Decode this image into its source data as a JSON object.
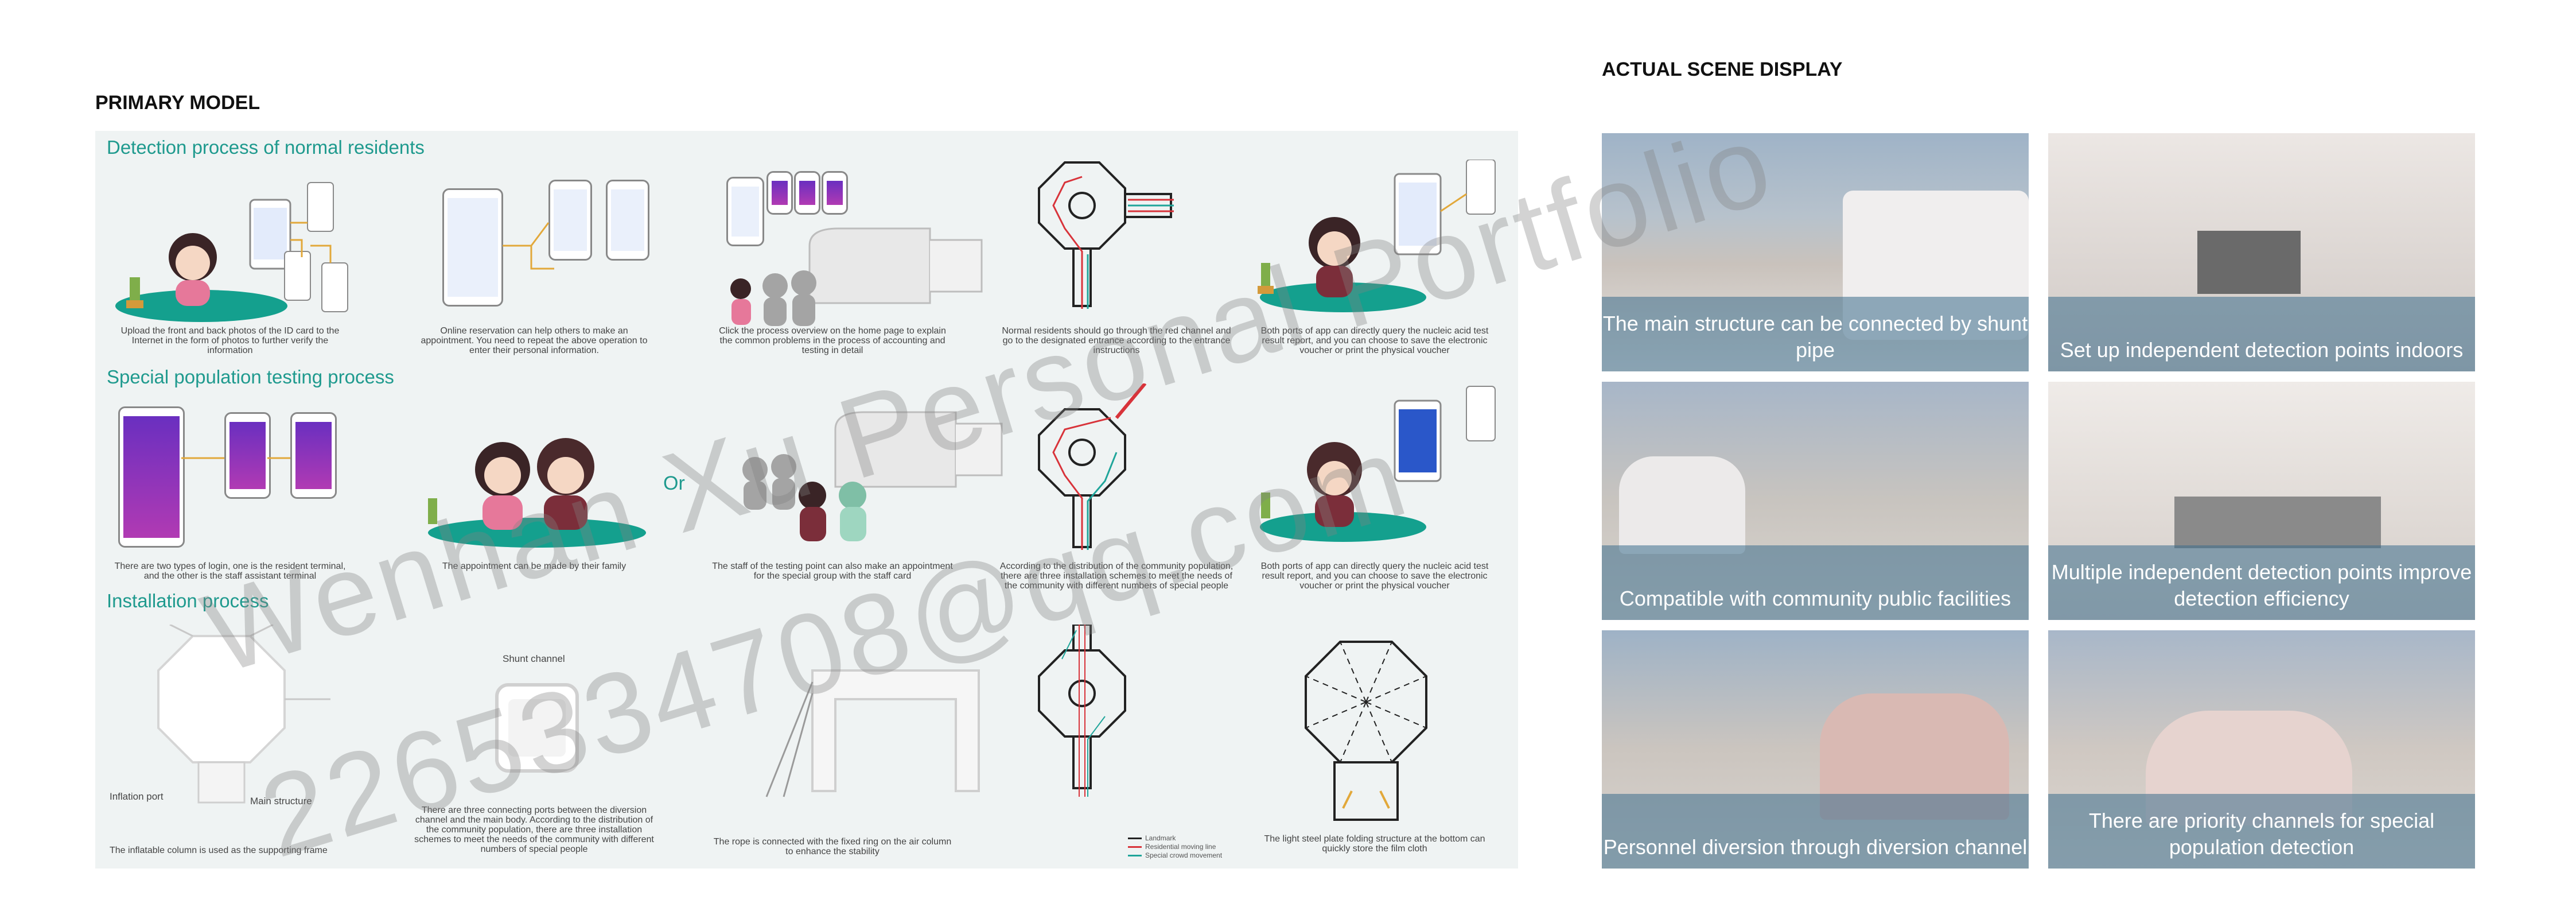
{
  "primary": {
    "title": "PRIMARY MODEL",
    "sections": [
      {
        "title": "Detection process of normal residents",
        "captions": [
          "Upload the front and back photos of the ID card to the Internet in the form of photos to further verify the information",
          "Online reservation can help others to make an appointment. You need to repeat the above operation to enter their personal information.",
          "Click the process overview on the home page to explain the common problems in the process of accounting and testing in detail",
          "Normal residents should go through the red channel and go to the designated entrance according to the entrance instructions",
          "Both ports of app can directly query the nucleic acid test result report, and you can choose to save the electronic voucher or print the physical voucher"
        ]
      },
      {
        "title": "Special population testing process",
        "or_label": "Or",
        "captions": [
          "There are two types of login, one is the resident terminal, and the other is the staff assistant terminal",
          "The appointment can be made by their family",
          "The staff of the testing point can also make an appointment for the special group with the staff card",
          "According to the distribution of the community population, there are three installation schemes to meet the needs of the community with different numbers of special people",
          "Both ports of app can directly query the nucleic acid test result report, and you can choose to save the electronic voucher or print the physical voucher"
        ]
      },
      {
        "title": "Installation process",
        "captions": [
          "The inflatable column is used as the supporting frame",
          "There are three connecting ports between the diversion channel and the main body. According to the distribution of the community population, there are three installation schemes to meet the needs of the community with different numbers of special people",
          "The rope is connected with the fixed ring on the air column to enhance the stability",
          "The light steel plate folding structure at the bottom can quickly store the film cloth"
        ],
        "labels": {
          "inflation_port": "Inflation port",
          "main_structure": "Main structure",
          "shunt_channel": "Shunt channel"
        },
        "legend": [
          "Landmark",
          "Residential moving line",
          "Special crowd movement"
        ]
      }
    ]
  },
  "scene": {
    "title": "ACTUAL SCENE DISPLAY",
    "photos": [
      {
        "caption": "The main structure can be connected by shunt pipe"
      },
      {
        "caption": "Set up independent detection points indoors"
      },
      {
        "caption": "Compatible with community public facilities"
      },
      {
        "caption": "Multiple independent detection points improve detection efficiency"
      },
      {
        "caption": "Personnel diversion through diversion channel"
      },
      {
        "caption": "There are priority channels for special population detection"
      }
    ]
  },
  "watermark": {
    "line1": "Wenhan Xu Personal Portfolio",
    "line2": "2265334708@qq.com"
  },
  "colors": {
    "accent_teal": "#1f9a8e",
    "panel_bg": "#eff3f3",
    "route_red": "#d8333a",
    "route_teal": "#1fa59a",
    "route_blue": "#2c6fd6"
  }
}
